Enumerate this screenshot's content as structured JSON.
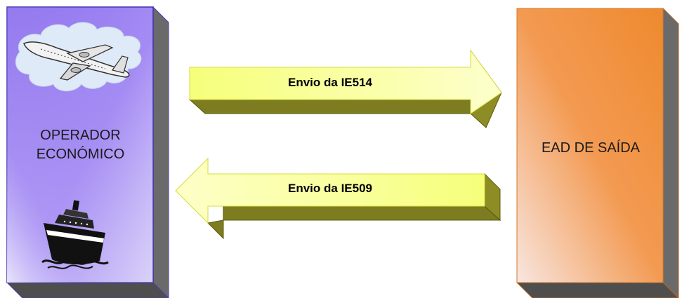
{
  "diagram": {
    "left_box": {
      "label_line1": "OPERADOR",
      "label_line2": "ECONÓMICO",
      "icons": [
        "airplane-icon",
        "ship-icon"
      ],
      "color": "#9b7df0"
    },
    "right_box": {
      "label": "EAD DE SAÍDA",
      "color": "#f0903a"
    },
    "arrows": [
      {
        "label": "Envio da IE514",
        "direction": "right",
        "color": "#f8ff8a"
      },
      {
        "label": "Envio da IE509",
        "direction": "left",
        "color": "#f8ff8a"
      }
    ]
  }
}
